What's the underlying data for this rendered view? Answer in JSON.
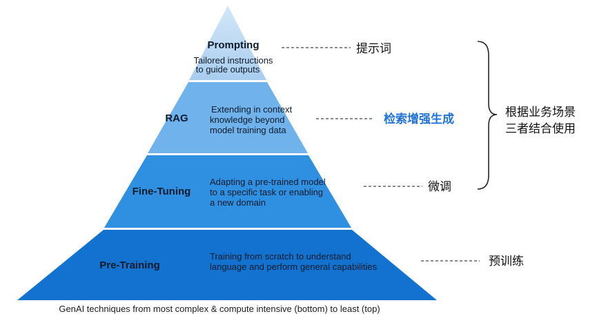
{
  "layers": [
    {
      "title": "Prompting",
      "description": [
        "Tailored instructions",
        "to guide outputs"
      ],
      "zh_label": "提示词",
      "fill": "#a9cdef"
    },
    {
      "title": "RAG",
      "description": [
        "Extending in context",
        "knowledge beyond",
        "model training data"
      ],
      "zh_label": "检索增强生成",
      "fill": "#6fb2ec"
    },
    {
      "title": "Fine-Tuning",
      "description": [
        "Adapting a pre-trained model",
        "to a specific task or enabling",
        "a new domain"
      ],
      "zh_label": "微调",
      "fill": "#2f8fe0"
    },
    {
      "title": "Pre-Training",
      "description": [
        "Training from scratch to understand",
        "language and perform general capabilities"
      ],
      "zh_label": "预训练",
      "fill": "#1372cf"
    }
  ],
  "group_note": [
    "根据业务场景",
    "三者结合使用"
  ],
  "caption": "GenAI techniques from most complex & compute intensive (bottom) to least (top)",
  "colors": {
    "highlight": "#1f73d6",
    "apex": "#cfe5f7"
  }
}
